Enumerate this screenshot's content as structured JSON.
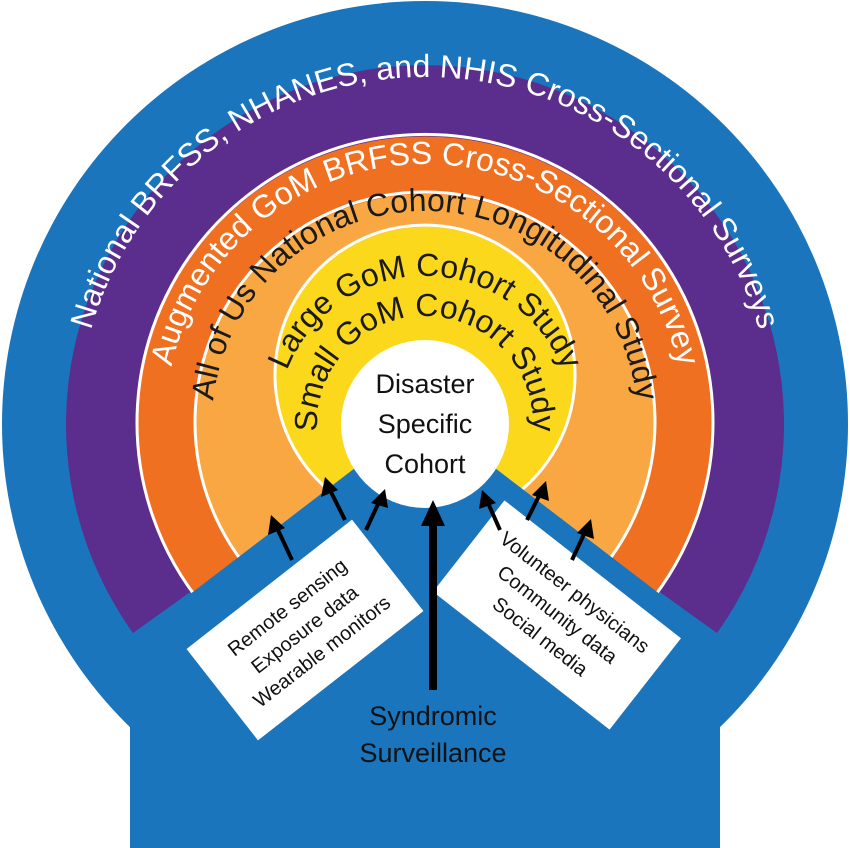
{
  "rings": [
    {
      "label": "National BRFSS, NHANES, and NHIS Cross-Sectional Surveys",
      "color": "#1a75bc",
      "text_color": "#ffffff"
    },
    {
      "label": "Augmented GoM BRFSS Cross-Sectional Survey",
      "color": "#5b2d8c",
      "text_color": "#ffffff"
    },
    {
      "label": "All of Us National Cohort Longitudinal Study",
      "color": "#f07022",
      "text_color": "#1a1a1a"
    },
    {
      "label": "Large GoM Cohort Study",
      "color": "#f9a743",
      "text_color": "#1a1a1a"
    },
    {
      "label": "Small GoM Cohort Study",
      "color": "#fcd81c",
      "text_color": "#1a1a1a"
    }
  ],
  "center": {
    "lines": [
      "Disaster",
      "Specific",
      "Cohort"
    ],
    "color": "#ffffff"
  },
  "left_box": {
    "lines": [
      "Remote sensing",
      "Exposure data",
      "Wearable monitors"
    ]
  },
  "right_box": {
    "lines": [
      "Volunteer physicians",
      "Community data",
      "Social media"
    ]
  },
  "bottom_label": {
    "lines": [
      "Syndromic",
      "Surveillance"
    ]
  }
}
